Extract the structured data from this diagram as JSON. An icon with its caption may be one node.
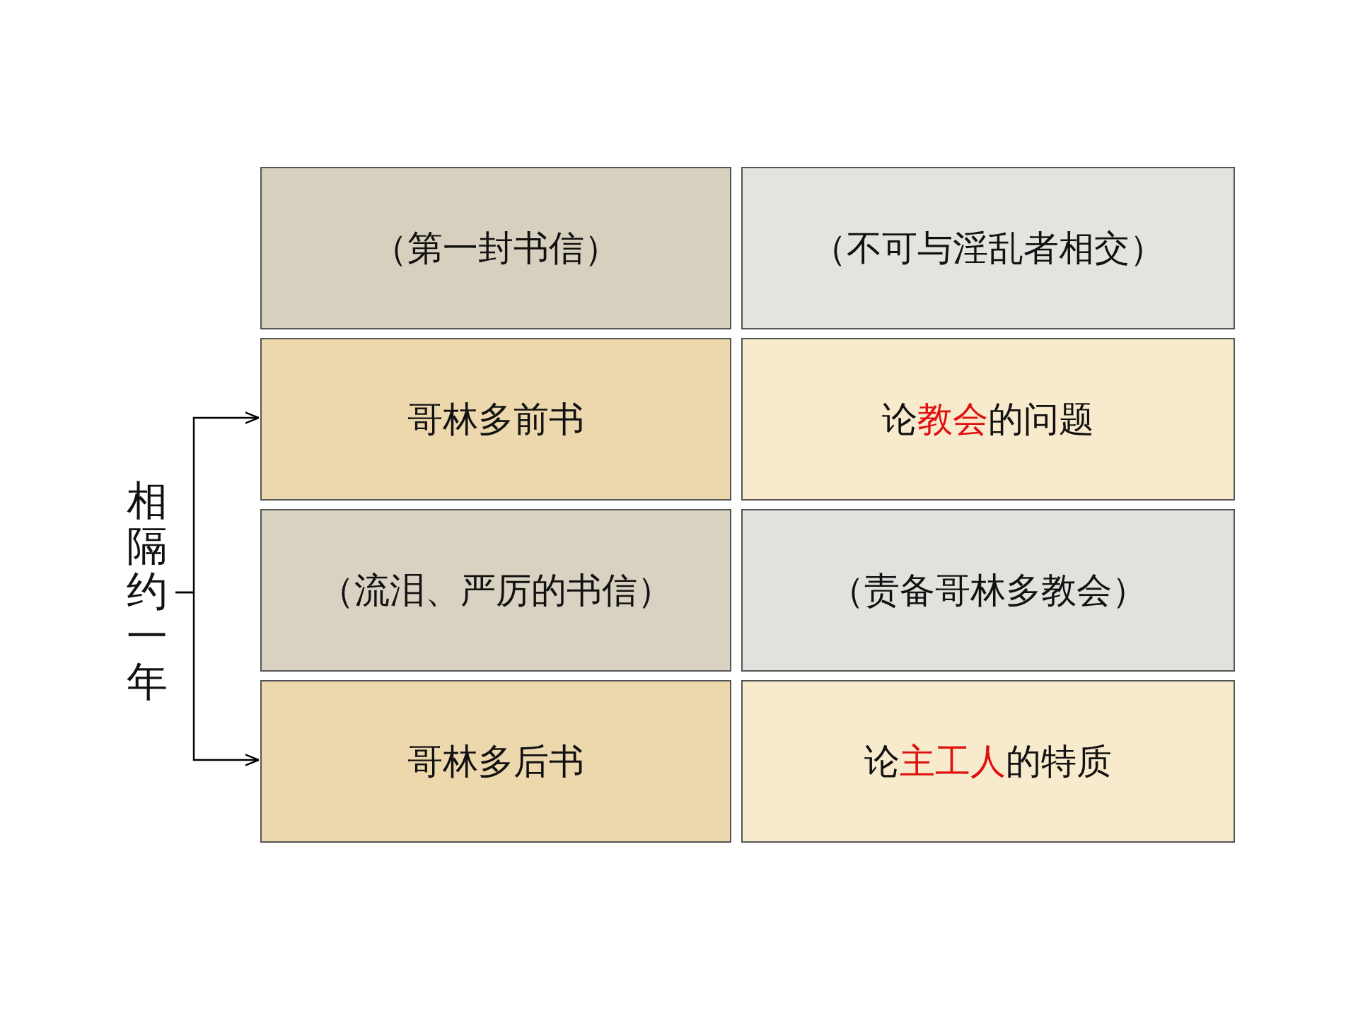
{
  "diagram": {
    "nodes": [
      {
        "text": [
          "（第一封书信）"
        ]
      },
      {
        "text": [
          "（不可与淫乱者相交）"
        ]
      },
      {
        "text": [
          "哥林多前书"
        ]
      },
      {
        "text": [
          "论**教会**的问题"
        ]
      },
      {
        "text": [
          "（流泪、严厉的书信）"
        ]
      },
      {
        "text": [
          "（责备哥林多教会）"
        ]
      },
      {
        "text": [
          "哥林多后书"
        ]
      },
      {
        "text": [
          "论**主工人**的特质"
        ]
      },
      {
        "text": [
          "相隔约一年"
        ]
      }
    ],
    "edges": [
      {
        "from": 8,
        "to": 2,
        "arrow": "to"
      },
      {
        "from": 8,
        "to": 6,
        "arrow": "to"
      }
    ]
  }
}
